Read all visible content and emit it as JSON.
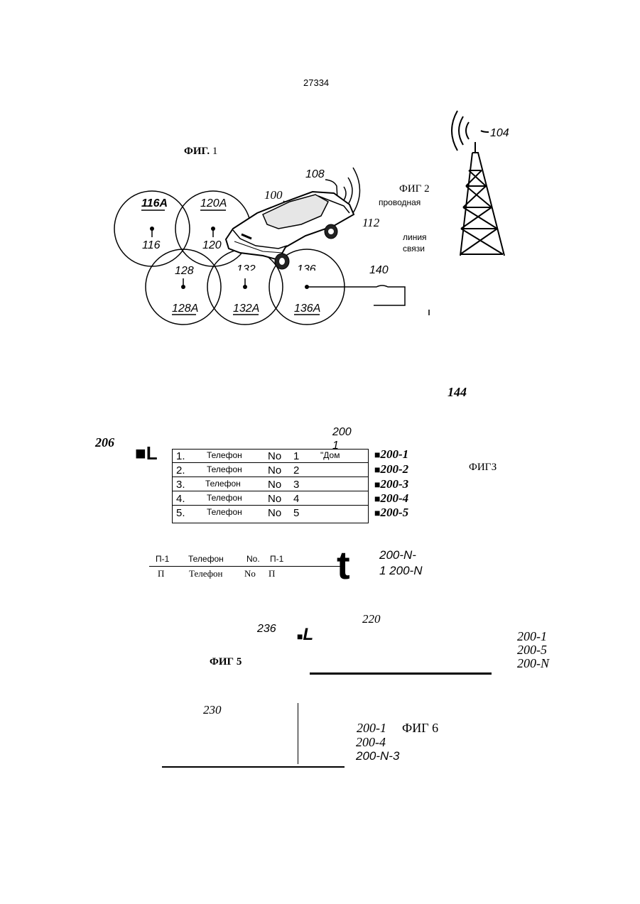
{
  "page": {
    "page_number": "27334"
  },
  "fig1": {
    "title_bold": "ФИГ.",
    "title_num": "1",
    "cells": [
      {
        "label": "116A",
        "id": "116"
      },
      {
        "label": "120A",
        "id": "120"
      },
      {
        "label": "128A",
        "id": "128"
      },
      {
        "label": "132A",
        "id": "132"
      },
      {
        "label": "136A",
        "id": "136"
      }
    ],
    "refs": {
      "car": "100",
      "antenna": "108",
      "link": "112",
      "line": "140",
      "tower": "104",
      "bottom": "144"
    }
  },
  "fig2": {
    "title": "ФИГ 2",
    "caption_line1": "проводная",
    "caption_line2": "линия",
    "caption_line3": "связи"
  },
  "fig3": {
    "title": "ФИГЗ",
    "ref_left": "206",
    "ref_marker": "L",
    "ref_top_a": "200",
    "ref_top_b": "1",
    "rows": [
      {
        "num": "1.",
        "tel": "Телефон",
        "no": "No",
        "val": "1",
        "extra": "\"Дом",
        "ref": "200-1"
      },
      {
        "num": "2.",
        "tel": "Телефон",
        "no": "No",
        "val": "2",
        "extra": "",
        "ref": "200-2"
      },
      {
        "num": "3.",
        "tel": "Телефон",
        "no": "No",
        "val": "3",
        "extra": "",
        "ref": "200-3"
      },
      {
        "num": "4.",
        "tel": "Телефон",
        "no": "No",
        "val": "4",
        "extra": "",
        "ref": "200-4"
      },
      {
        "num": "5.",
        "tel": "Телефон",
        "no": "No",
        "val": "5",
        "extra": "",
        "ref": "200-5"
      }
    ],
    "bottom_row1": {
      "c1": "П-1",
      "c2": "Телефон",
      "c3": "No.",
      "c4": "П-1"
    },
    "bottom_row2": {
      "c1": "П",
      "c2": "Телефон",
      "c3": "No",
      "c4": "П"
    },
    "marker_t": "t",
    "ref_n1": "200-N-",
    "ref_n2": "1 200-N"
  },
  "fig5": {
    "title": "ФИГ 5",
    "ref_220": "220",
    "ref_236": "236",
    "ref_marker": "L",
    "refs": [
      "200-1",
      "200-5",
      "200-N"
    ]
  },
  "fig6": {
    "title": "ФИГ 6",
    "ref_230": "230",
    "refs": [
      "200-1",
      "200-4",
      "200-N-3"
    ]
  }
}
